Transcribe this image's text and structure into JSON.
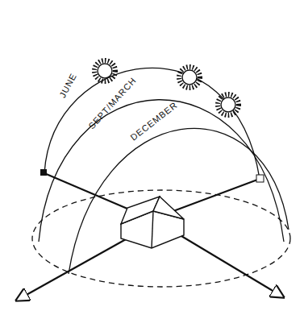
{
  "diagram": {
    "labels": [
      "JUNE",
      "SEPT/MARCH",
      "DECEMBER"
    ]
  }
}
